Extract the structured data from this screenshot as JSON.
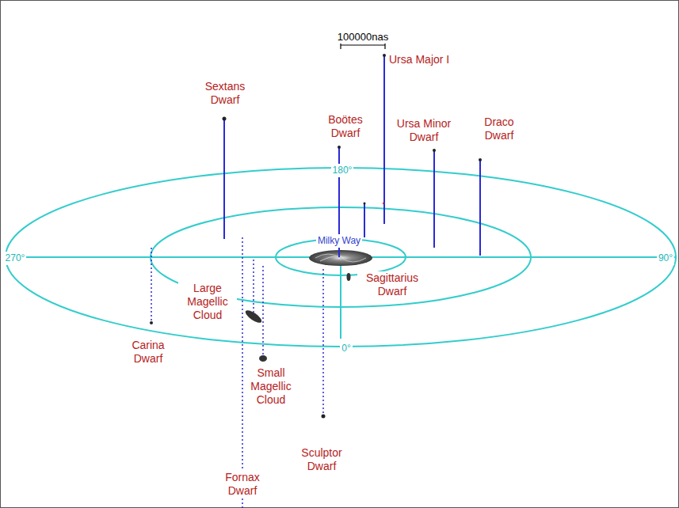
{
  "diagram": {
    "labels": [
      "100000nas",
      "Ursa Major I",
      "Sextans Dwarf",
      "Boötes Dwarf",
      "Ursa Minor Dwarf",
      "Draco Dwarf",
      "180°",
      "270°",
      "90°",
      "0°",
      "Milky Way",
      "Sagittarius Dwarf",
      "Large Magellic Cloud",
      "Small Magellic Cloud",
      "Carina Dwarf",
      "Sculptor Dwarf",
      "Fornax Dwarf"
    ]
  }
}
